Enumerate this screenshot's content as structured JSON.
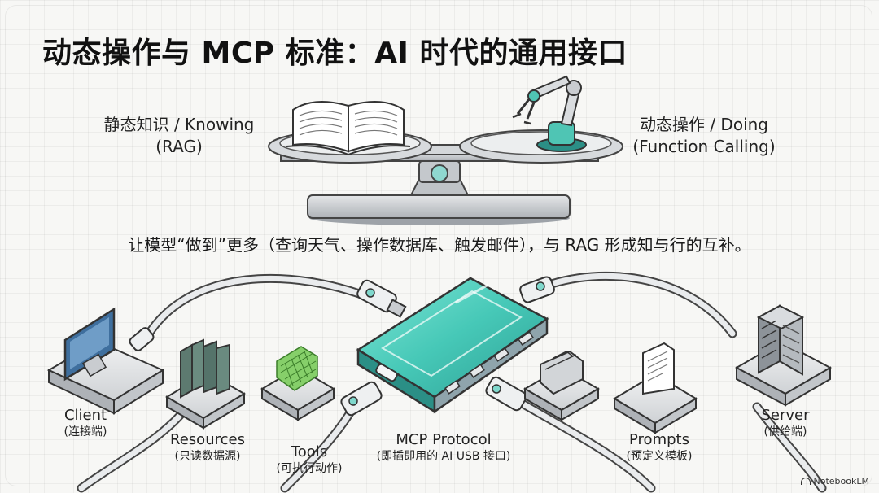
{
  "title": "动态操作与 MCP 标准：AI 时代的通用接口",
  "balance": {
    "left_label_line1": "静态知识 / Knowing",
    "left_label_line2": "(RAG)",
    "right_label_line1": "动态操作 / Doing",
    "right_label_line2": "(Function Calling)"
  },
  "tagline": "让模型“做到”更多（查询天气、操作数据库、触发邮件），与 RAG 形成知与行的互补。",
  "nodes": {
    "client": {
      "main": "Client",
      "sub": "(连接端)"
    },
    "resources": {
      "main": "Resources",
      "sub": "(只读数据源)"
    },
    "tools": {
      "main": "Tools",
      "sub": "(可执行动作)"
    },
    "mcp": {
      "main": "MCP Protocol",
      "sub": "(即插即用的 AI USB 接口)"
    },
    "prompts": {
      "main": "Prompts",
      "sub": "(预定义模板)"
    },
    "server": {
      "main": "Server",
      "sub": "(供给端)"
    }
  },
  "brand": "NotebookLM",
  "colors": {
    "hub_teal": "#4fd0bf",
    "hub_dark": "#2b8f86",
    "metal": "#c9ccd0",
    "monitor_blue": "#3f6f9e",
    "book_green": "#5d7a70"
  }
}
